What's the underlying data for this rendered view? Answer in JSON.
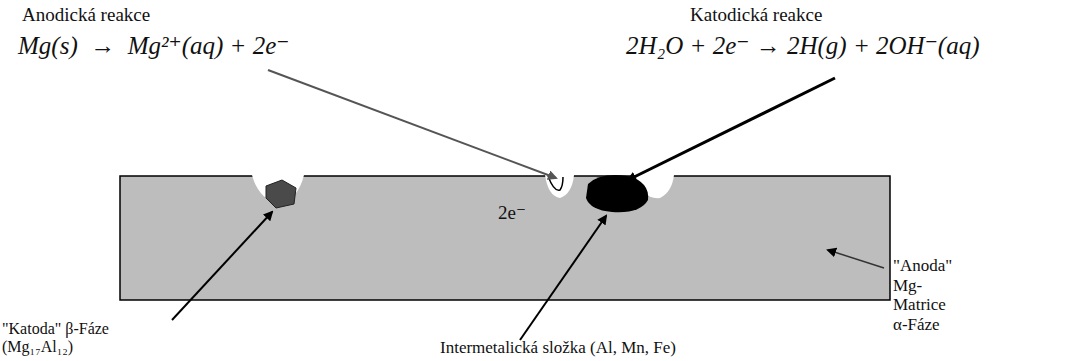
{
  "diagram": {
    "labels": [
      "Anodická reakce",
      "Mg(s)  →  Mg²⁺(aq) + 2e⁻",
      "Katodická reakce",
      "2H₂O + 2e⁻ → 2H(g) + 2OH⁻(aq)",
      "2e⁻",
      "\"Anoda\" Mg-Matrice α-Fáze",
      "\"Katoda\" β-Fáze (Mg₁₇Al₁₂)",
      "Intermetalická složka (Al, Mn, Fe)"
    ]
  }
}
